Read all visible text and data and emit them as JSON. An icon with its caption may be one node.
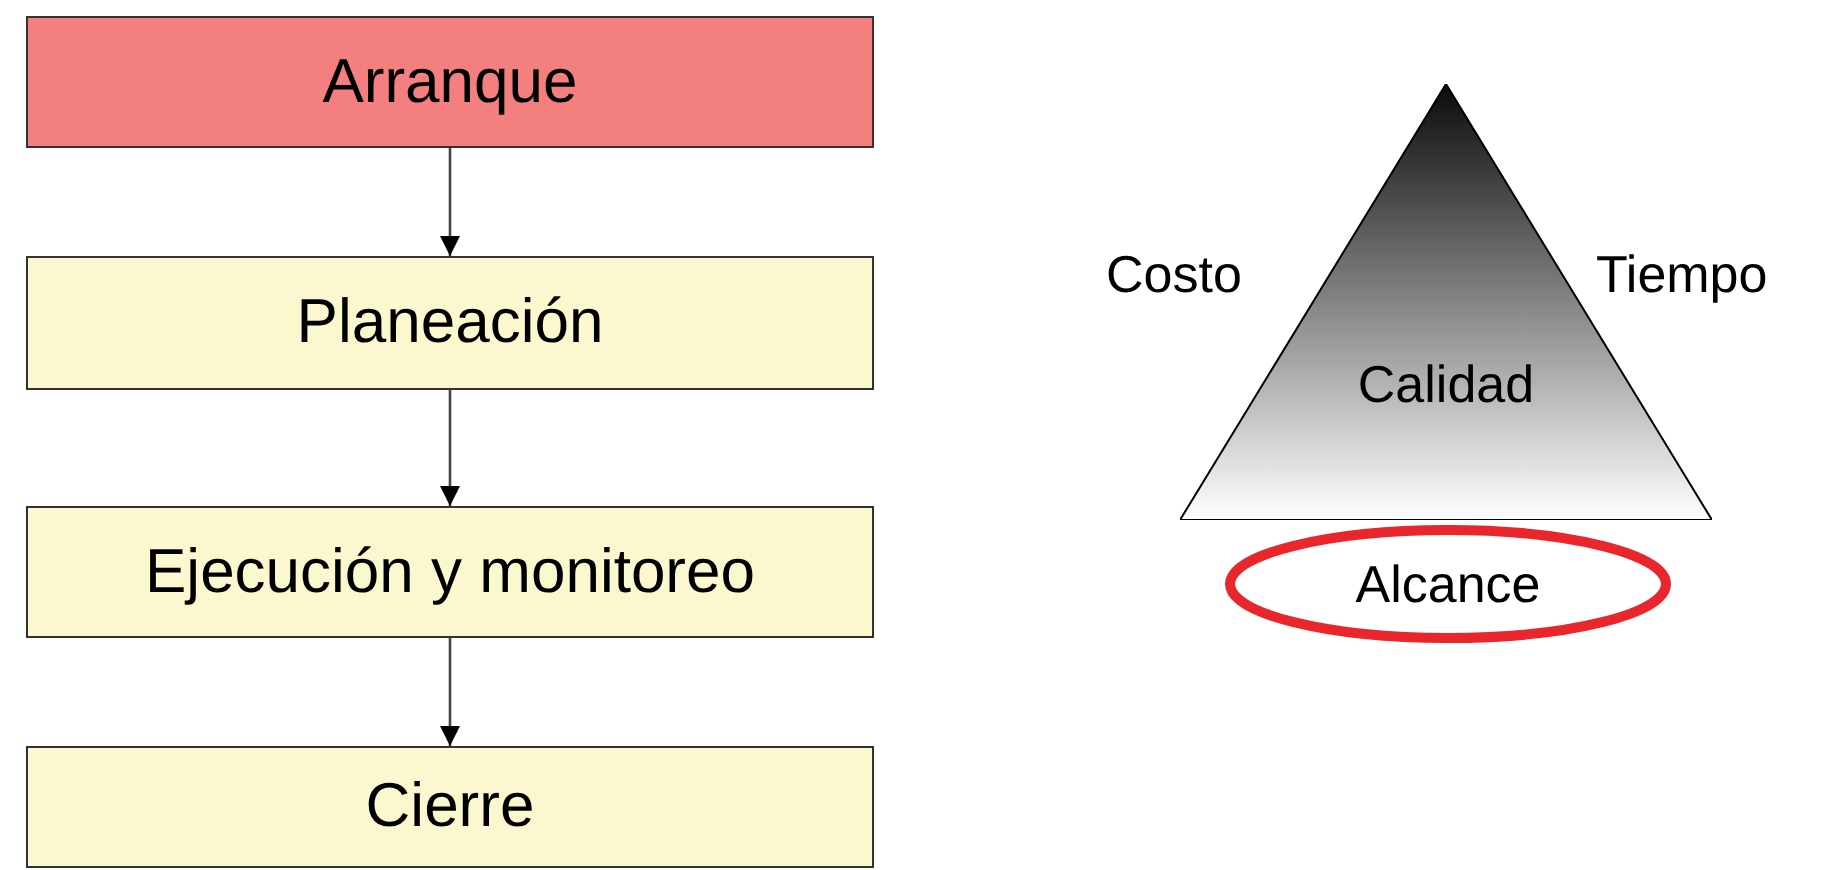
{
  "diagram": {
    "nodes": [
      {
        "text": [
          "Arranque"
        ]
      },
      {
        "text": [
          "Planeación"
        ]
      },
      {
        "text": [
          "Ejecución y monitoreo"
        ]
      },
      {
        "text": [
          "Cierre"
        ]
      },
      {
        "text": [
          "Calidad"
        ]
      },
      {
        "text": [
          "Alcance"
        ]
      }
    ],
    "edges": [
      {
        "from": 0,
        "to": 1,
        "arrow": "to"
      },
      {
        "from": 1,
        "to": 2,
        "arrow": "to"
      },
      {
        "from": 2,
        "to": 3,
        "arrow": "to"
      }
    ],
    "labels": [
      "Costo",
      "Tiempo"
    ]
  }
}
